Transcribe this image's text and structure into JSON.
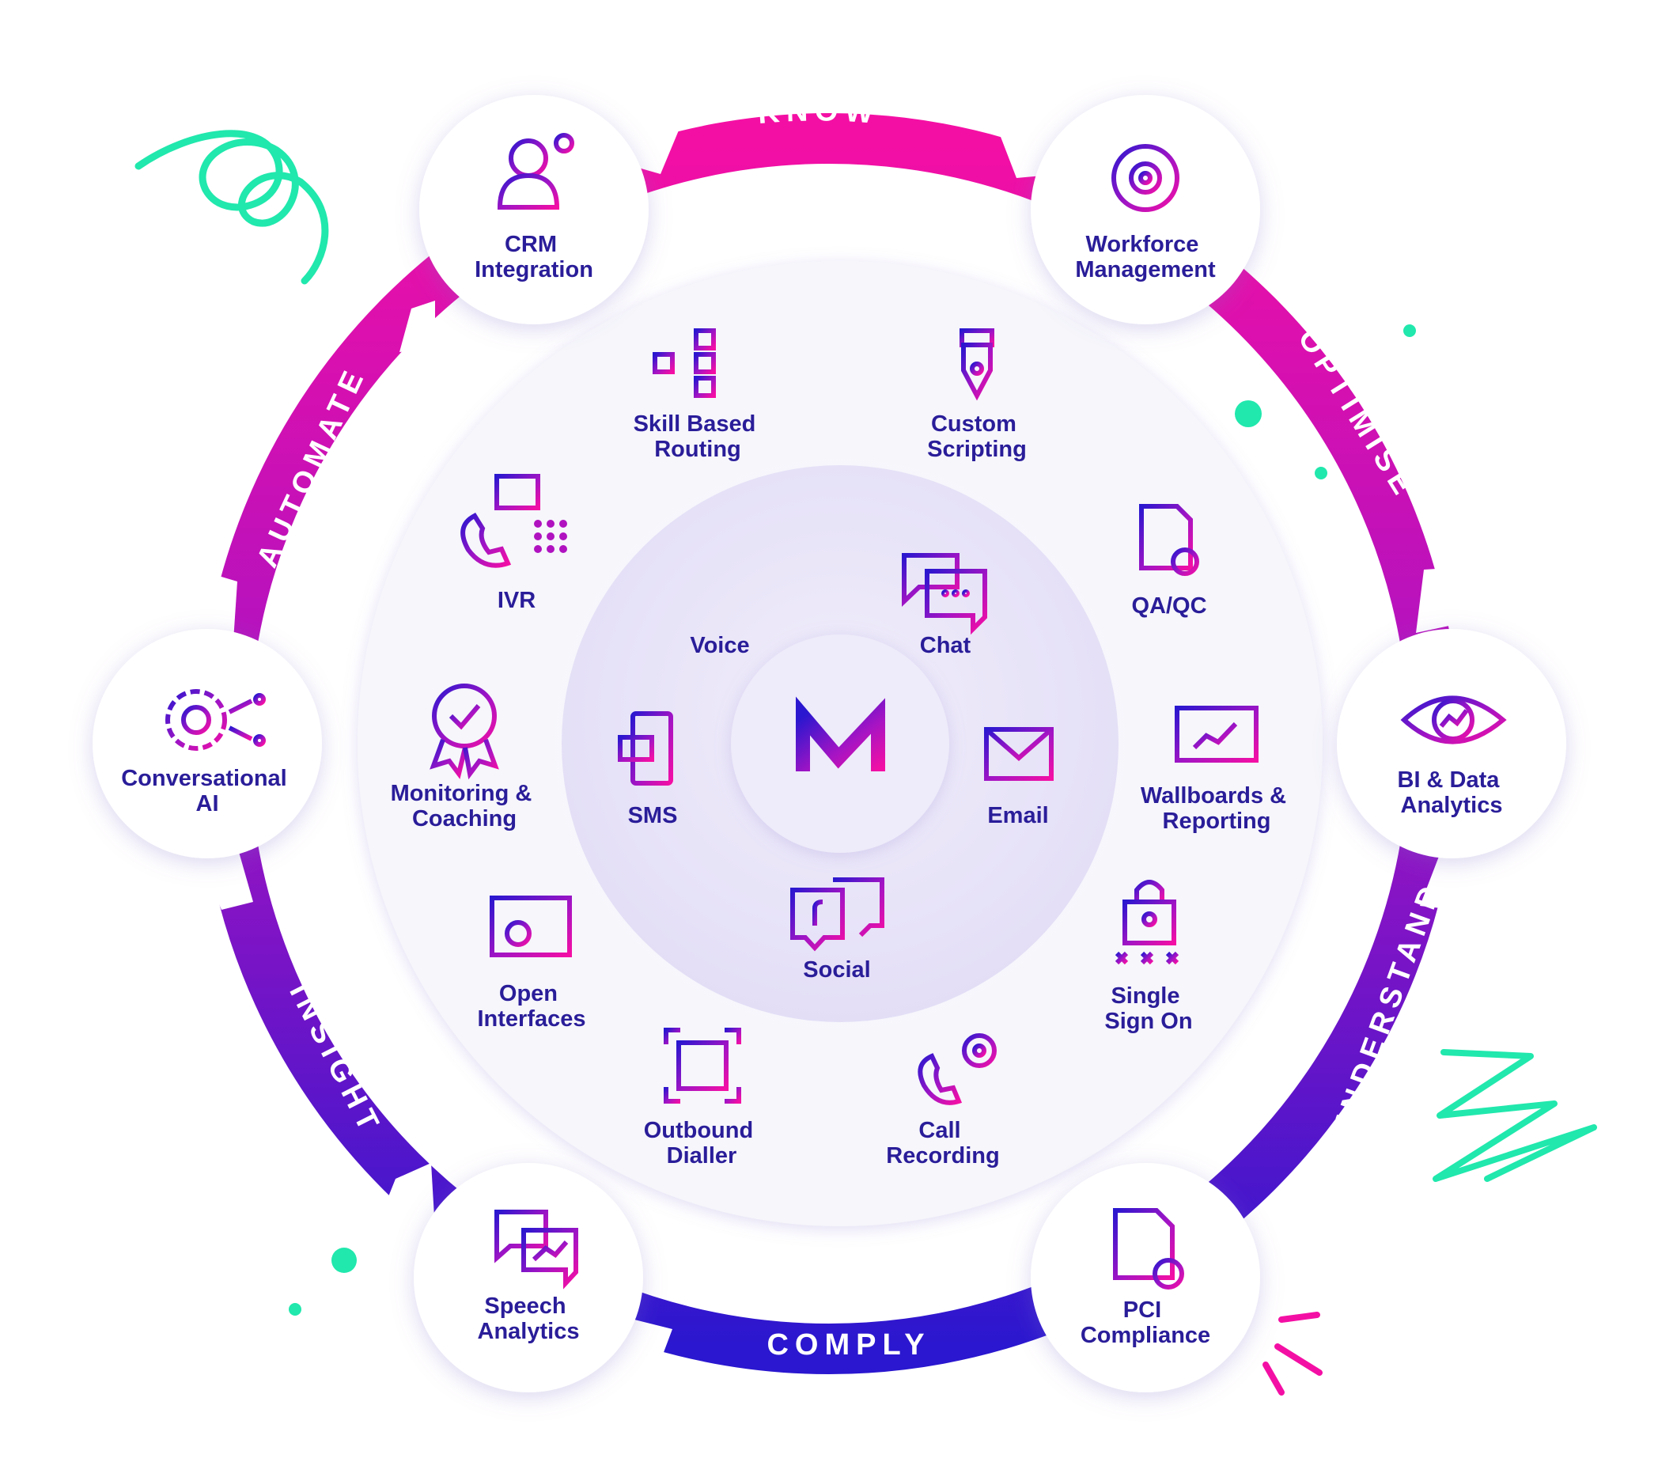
{
  "center": {
    "logo_icon": "m-logo-icon"
  },
  "segments": [
    {
      "label": "KNOW"
    },
    {
      "label": "OPTIMISE"
    },
    {
      "label": "UNDERSTAND"
    },
    {
      "label": "COMPLY"
    },
    {
      "label": "INSIGHT"
    },
    {
      "label": "AUTOMATE"
    }
  ],
  "outer_nodes": [
    {
      "lines": [
        "CRM",
        "Integration"
      ],
      "icon": "user-gear-icon"
    },
    {
      "lines": [
        "Workforce",
        "Management"
      ],
      "icon": "gear-cycle-icon"
    },
    {
      "lines": [
        "BI & Data",
        "Analytics"
      ],
      "icon": "eye-chart-icon"
    },
    {
      "lines": [
        "PCI",
        "Compliance"
      ],
      "icon": "document-check-icon"
    },
    {
      "lines": [
        "Speech",
        "Analytics"
      ],
      "icon": "chat-chart-icon"
    },
    {
      "lines": [
        "Conversational",
        "AI"
      ],
      "icon": "gear-network-icon"
    }
  ],
  "middle_nodes": [
    {
      "lines": [
        "Skill Based",
        "Routing"
      ],
      "icon": "routing-tree-icon"
    },
    {
      "lines": [
        "Custom",
        "Scripting"
      ],
      "icon": "pen-nib-icon"
    },
    {
      "lines": [
        "QA/QC"
      ],
      "icon": "checklist-icon"
    },
    {
      "lines": [
        "Wallboards &",
        "Reporting"
      ],
      "icon": "wallboard-chart-icon"
    },
    {
      "lines": [
        "Single",
        "Sign On"
      ],
      "icon": "padlock-icon"
    },
    {
      "lines": [
        "Call",
        "Recording"
      ],
      "icon": "phone-record-icon"
    },
    {
      "lines": [
        "Outbound",
        "Dialler"
      ],
      "icon": "expand-arrows-icon"
    },
    {
      "lines": [
        "Open",
        "Interfaces"
      ],
      "icon": "browser-settings-icon"
    },
    {
      "lines": [
        "Monitoring &",
        "Coaching"
      ],
      "icon": "award-badge-icon"
    },
    {
      "lines": [
        "IVR"
      ],
      "icon": "phone-keypad-icon"
    }
  ],
  "inner_nodes": [
    {
      "lines": [
        "Voice"
      ],
      "icon": "waveform-icon"
    },
    {
      "lines": [
        "Chat"
      ],
      "icon": "chat-bubbles-icon"
    },
    {
      "lines": [
        "Email"
      ],
      "icon": "envelope-icon"
    },
    {
      "lines": [
        "Social"
      ],
      "icon": "social-bubbles-icon"
    },
    {
      "lines": [
        "SMS"
      ],
      "icon": "mobile-message-icon"
    }
  ],
  "colors": {
    "label": "#2a1d99",
    "magenta": "#f40fa4",
    "violet": "#b012c0",
    "indigo": "#2a17cf",
    "accent_green": "#21e8ad",
    "ring_middle": "#f6f6fb",
    "ring_inner": "#e7e3f8"
  }
}
